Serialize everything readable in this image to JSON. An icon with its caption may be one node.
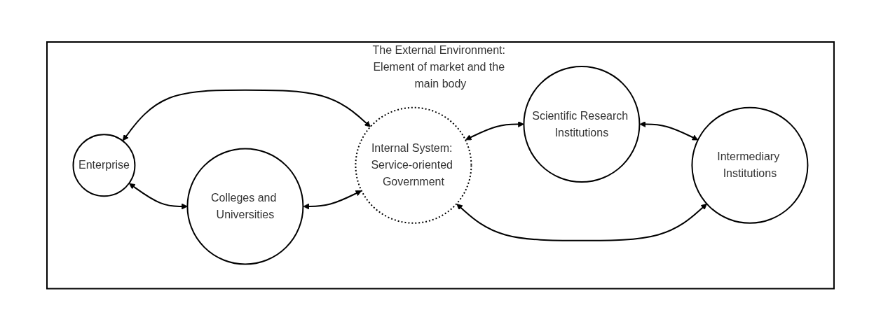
{
  "diagram": {
    "nodes": [
      {
        "text": [
          "The External Environment: Element of market and the main body"
        ]
      },
      {
        "text": [
          "Enterprise"
        ],
        "in": 0
      },
      {
        "text": [
          "Colleges and Universities"
        ],
        "in": 0
      },
      {
        "text": [
          "Internal System: Service-oriented Government"
        ],
        "in": 0
      },
      {
        "text": [
          "Scientific Research Institutions"
        ],
        "in": 0
      },
      {
        "text": [
          "Intermediary Institutions"
        ],
        "in": 0
      }
    ],
    "edges": [
      {
        "from": 1,
        "to": 3,
        "arrow": "both"
      },
      {
        "from": 1,
        "to": 2,
        "arrow": "both"
      },
      {
        "from": 2,
        "to": 3,
        "arrow": "both"
      },
      {
        "from": 3,
        "to": 4,
        "arrow": "both"
      },
      {
        "from": 4,
        "to": 5,
        "arrow": "both"
      },
      {
        "from": 3,
        "to": 5,
        "arrow": "both"
      }
    ]
  }
}
